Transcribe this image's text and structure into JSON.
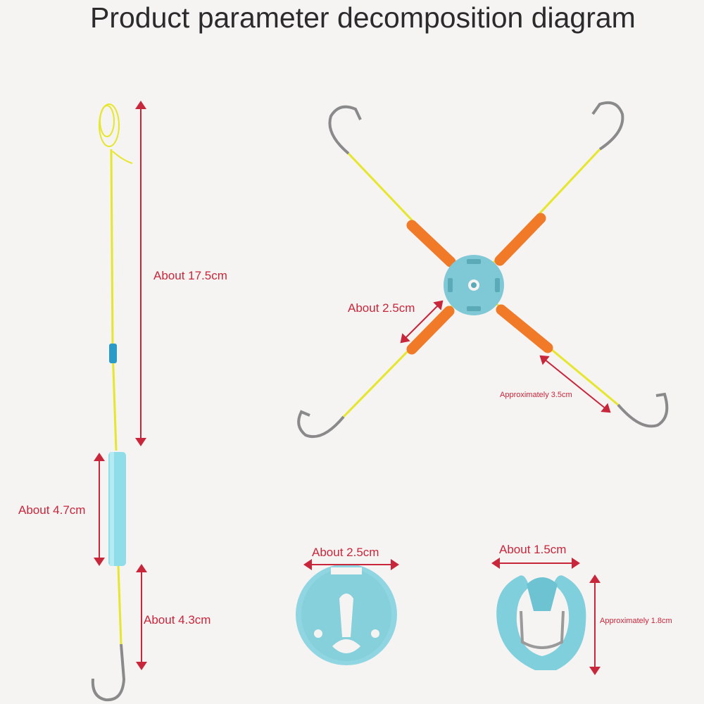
{
  "title": "Product parameter decomposition diagram",
  "colors": {
    "background": "#f6f3f3",
    "dimension": "#c8263a",
    "line": "#e6e62a",
    "float": "#8fdde8",
    "tube": "#f07a28",
    "hub": "#7fc9d6",
    "hook": "#8a8a8a"
  },
  "dimensions": {
    "leader_total": "About 17.5cm",
    "float_length": "About 4.7cm",
    "lower_line": "About 4.3cm",
    "tube_length": "About 2.5cm",
    "arm_length": "Approximately 3.5cm",
    "disc_diameter": "About 2.5cm",
    "clip_width": "About 1.5cm",
    "clip_height": "Approximately 1.8cm"
  }
}
